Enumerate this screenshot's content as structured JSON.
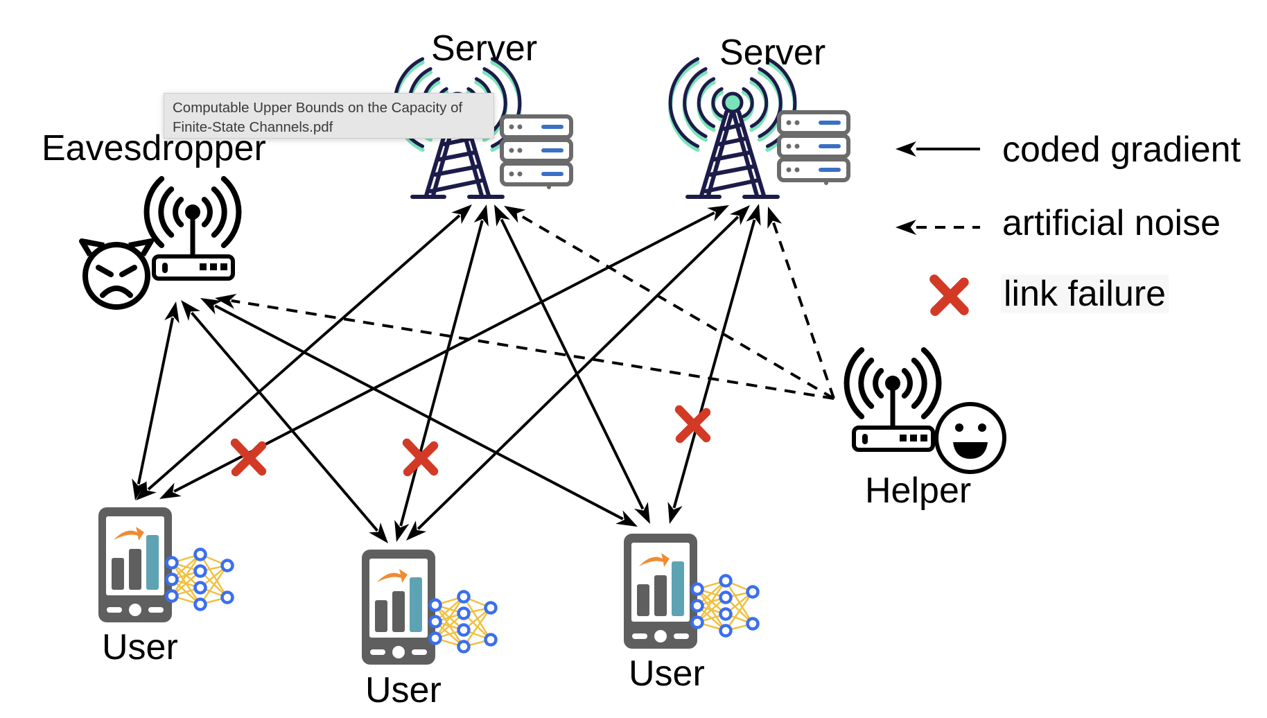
{
  "nodes": {
    "server_1": {
      "label": "Server"
    },
    "server_2": {
      "label": "Server"
    },
    "eavesdropper": {
      "label": "Eavesdropper"
    },
    "helper": {
      "label": "Helper"
    },
    "user_1": {
      "label": "User"
    },
    "user_2": {
      "label": "User"
    },
    "user_3": {
      "label": "User"
    }
  },
  "links": [
    {
      "from": "user_1",
      "to": "server_1",
      "type": "coded-gradient",
      "bidirectional": true,
      "failed": false
    },
    {
      "from": "user_1",
      "to": "server_2",
      "type": "coded-gradient",
      "bidirectional": true,
      "failed": true
    },
    {
      "from": "user_1",
      "to": "eavesdropper",
      "type": "coded-gradient",
      "bidirectional": true,
      "failed": false
    },
    {
      "from": "user_2",
      "to": "server_1",
      "type": "coded-gradient",
      "bidirectional": true,
      "failed": true
    },
    {
      "from": "user_2",
      "to": "server_2",
      "type": "coded-gradient",
      "bidirectional": true,
      "failed": false
    },
    {
      "from": "user_2",
      "to": "eavesdropper",
      "type": "coded-gradient",
      "bidirectional": true,
      "failed": false
    },
    {
      "from": "user_3",
      "to": "server_1",
      "type": "coded-gradient",
      "bidirectional": true,
      "failed": false
    },
    {
      "from": "user_3",
      "to": "server_2",
      "type": "coded-gradient",
      "bidirectional": true,
      "failed": true
    },
    {
      "from": "user_3",
      "to": "eavesdropper",
      "type": "coded-gradient",
      "bidirectional": true,
      "failed": false
    },
    {
      "from": "helper",
      "to": "server_1",
      "type": "artificial-noise",
      "bidirectional": false,
      "failed": false
    },
    {
      "from": "helper",
      "to": "server_2",
      "type": "artificial-noise",
      "bidirectional": false,
      "failed": false
    },
    {
      "from": "helper",
      "to": "eavesdropper",
      "type": "artificial-noise",
      "bidirectional": false,
      "failed": false
    }
  ],
  "legend": {
    "coded_gradient": "coded gradient",
    "artificial_noise": "artificial noise",
    "link_failure": "link failure"
  },
  "tooltip": {
    "line1": "Computable Upper Bounds on the Capacity of",
    "line2": "Finite-State Channels.pdf"
  },
  "colors": {
    "tower": "#1c1c4a",
    "tower_wave": "#7be3b9",
    "rack": "#6b6b6b",
    "rack_bar": "#3a6fc4",
    "phone": "#5f5f5f",
    "phone_bar_accent": "#5ea3b3",
    "phone_arrow": "#ef8c33",
    "nn_node": "#3b6ff0",
    "nn_edge": "#f0c040",
    "failure": "#d23a26"
  }
}
